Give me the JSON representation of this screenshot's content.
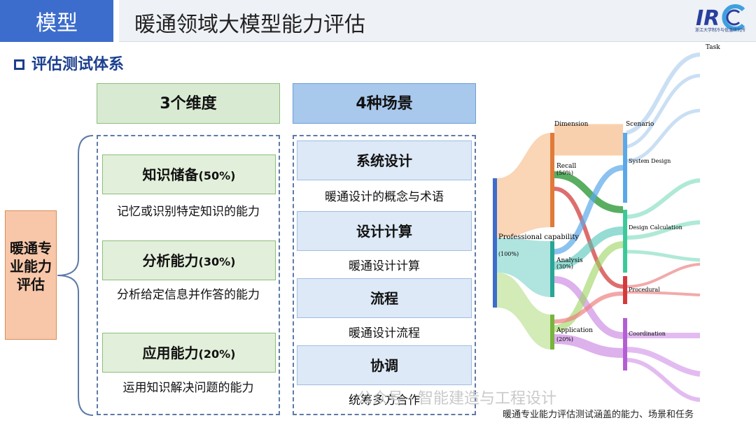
{
  "header": {
    "section": "模型",
    "title": "暖通领域大模型能力评估",
    "logo_text": "IRC",
    "logo_caption": "浙江大学制冷与低温研究所"
  },
  "subhead": "评估测试体系",
  "columns": {
    "dimensions_title": "3个维度",
    "scenarios_title": "4种场景"
  },
  "hvac_label": "暖通专业能力评估",
  "dimensions": [
    {
      "name": "知识储备",
      "pct": "(50%)",
      "desc": "记忆或识别特定知识的能力"
    },
    {
      "name": "分析能力",
      "pct": "(30%)",
      "desc": "分析给定信息并作答的能力"
    },
    {
      "name": "应用能力",
      "pct": "(20%)",
      "desc": "运用知识解决问题的能力"
    }
  ],
  "scenarios": [
    {
      "name": "系统设计",
      "desc": "暖通设计的概念与术语"
    },
    {
      "name": "设计计算",
      "desc": "暖通设计计算"
    },
    {
      "name": "流程",
      "desc": "暖通设计流程"
    },
    {
      "name": "协调",
      "desc": "统筹多方合作"
    }
  ],
  "sankey": {
    "col_headers": {
      "dimension": "Dimension",
      "scenario": "Scenario",
      "task": "Task"
    },
    "root": {
      "label": "Professional capability",
      "pct": "(100%)"
    },
    "dims": [
      {
        "label": "Recall",
        "pct": "(50%)",
        "color": "#f3a15e"
      },
      {
        "label": "Analysis",
        "pct": "(30%)",
        "color": "#4fc4b8"
      },
      {
        "label": "Application",
        "pct": "(20%)",
        "color": "#9bd35f"
      }
    ],
    "scenarios": [
      {
        "label": "System Design",
        "color": "#8ec3ef"
      },
      {
        "label": "Design Calculation",
        "color": "#5fd1b0"
      },
      {
        "label": "Procedural",
        "color": "#e04a4a"
      },
      {
        "label": "Coordination",
        "color": "#c77de0"
      }
    ]
  },
  "caption": "暖通专业能力评估测试涵盖的能力、场景和任务",
  "watermark": "公众号 · 智能建造与工程设计"
}
